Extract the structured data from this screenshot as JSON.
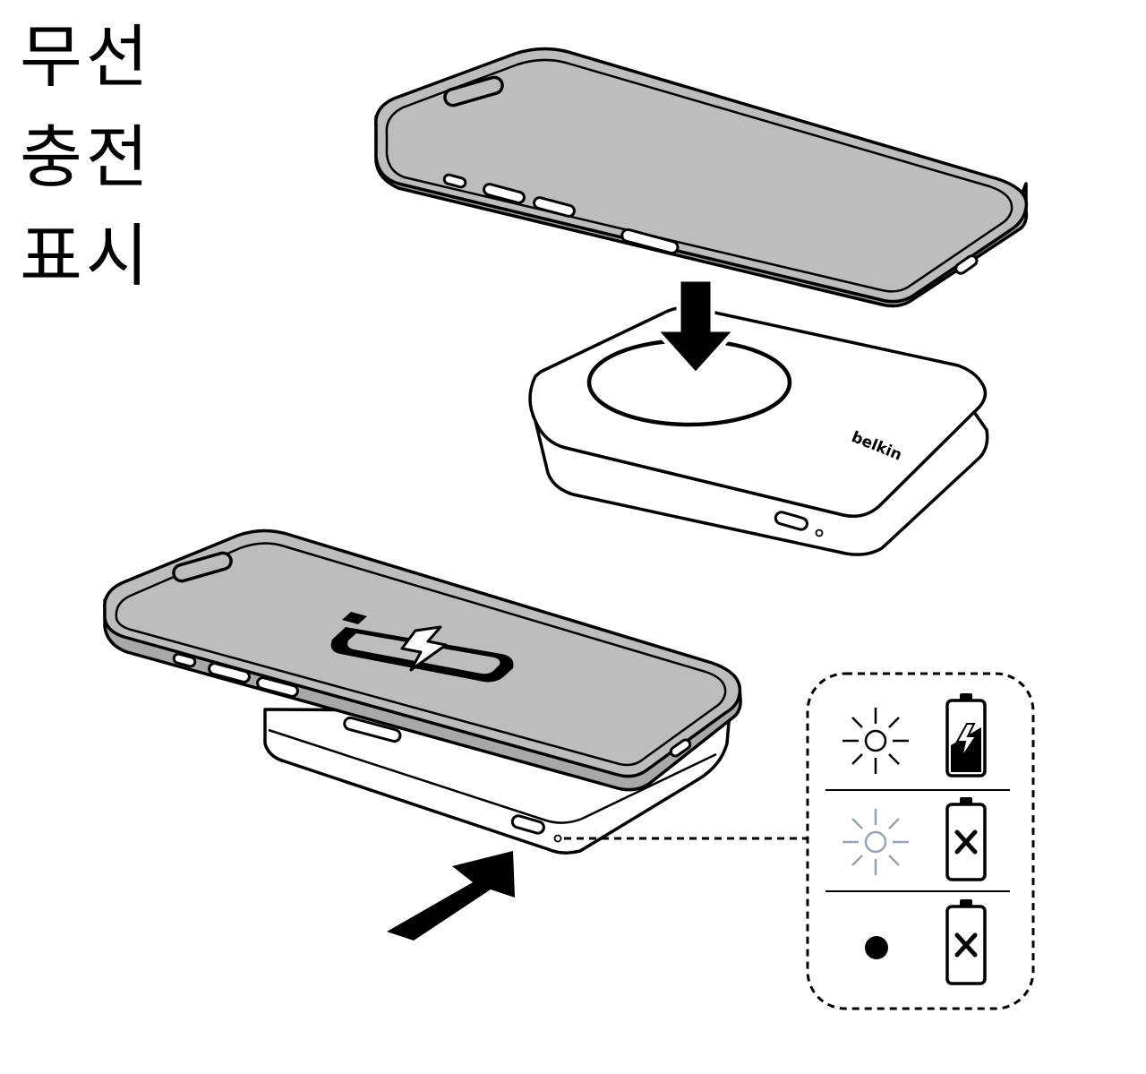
{
  "title": {
    "line1": "무선",
    "line2": "충전",
    "line3": "표시"
  },
  "brand": "belkin",
  "colors": {
    "phone_fill": "#bdbdbd",
    "phone_edge": "#a8a8a8",
    "stroke": "#000000",
    "led_on": "#000000",
    "led_dim": "#9aa3b5"
  },
  "legend": {
    "rows": [
      {
        "led": "light-on",
        "battery": "charging"
      },
      {
        "led": "light-dim",
        "battery": "not-charging"
      },
      {
        "led": "off",
        "battery": "not-charging"
      }
    ]
  }
}
